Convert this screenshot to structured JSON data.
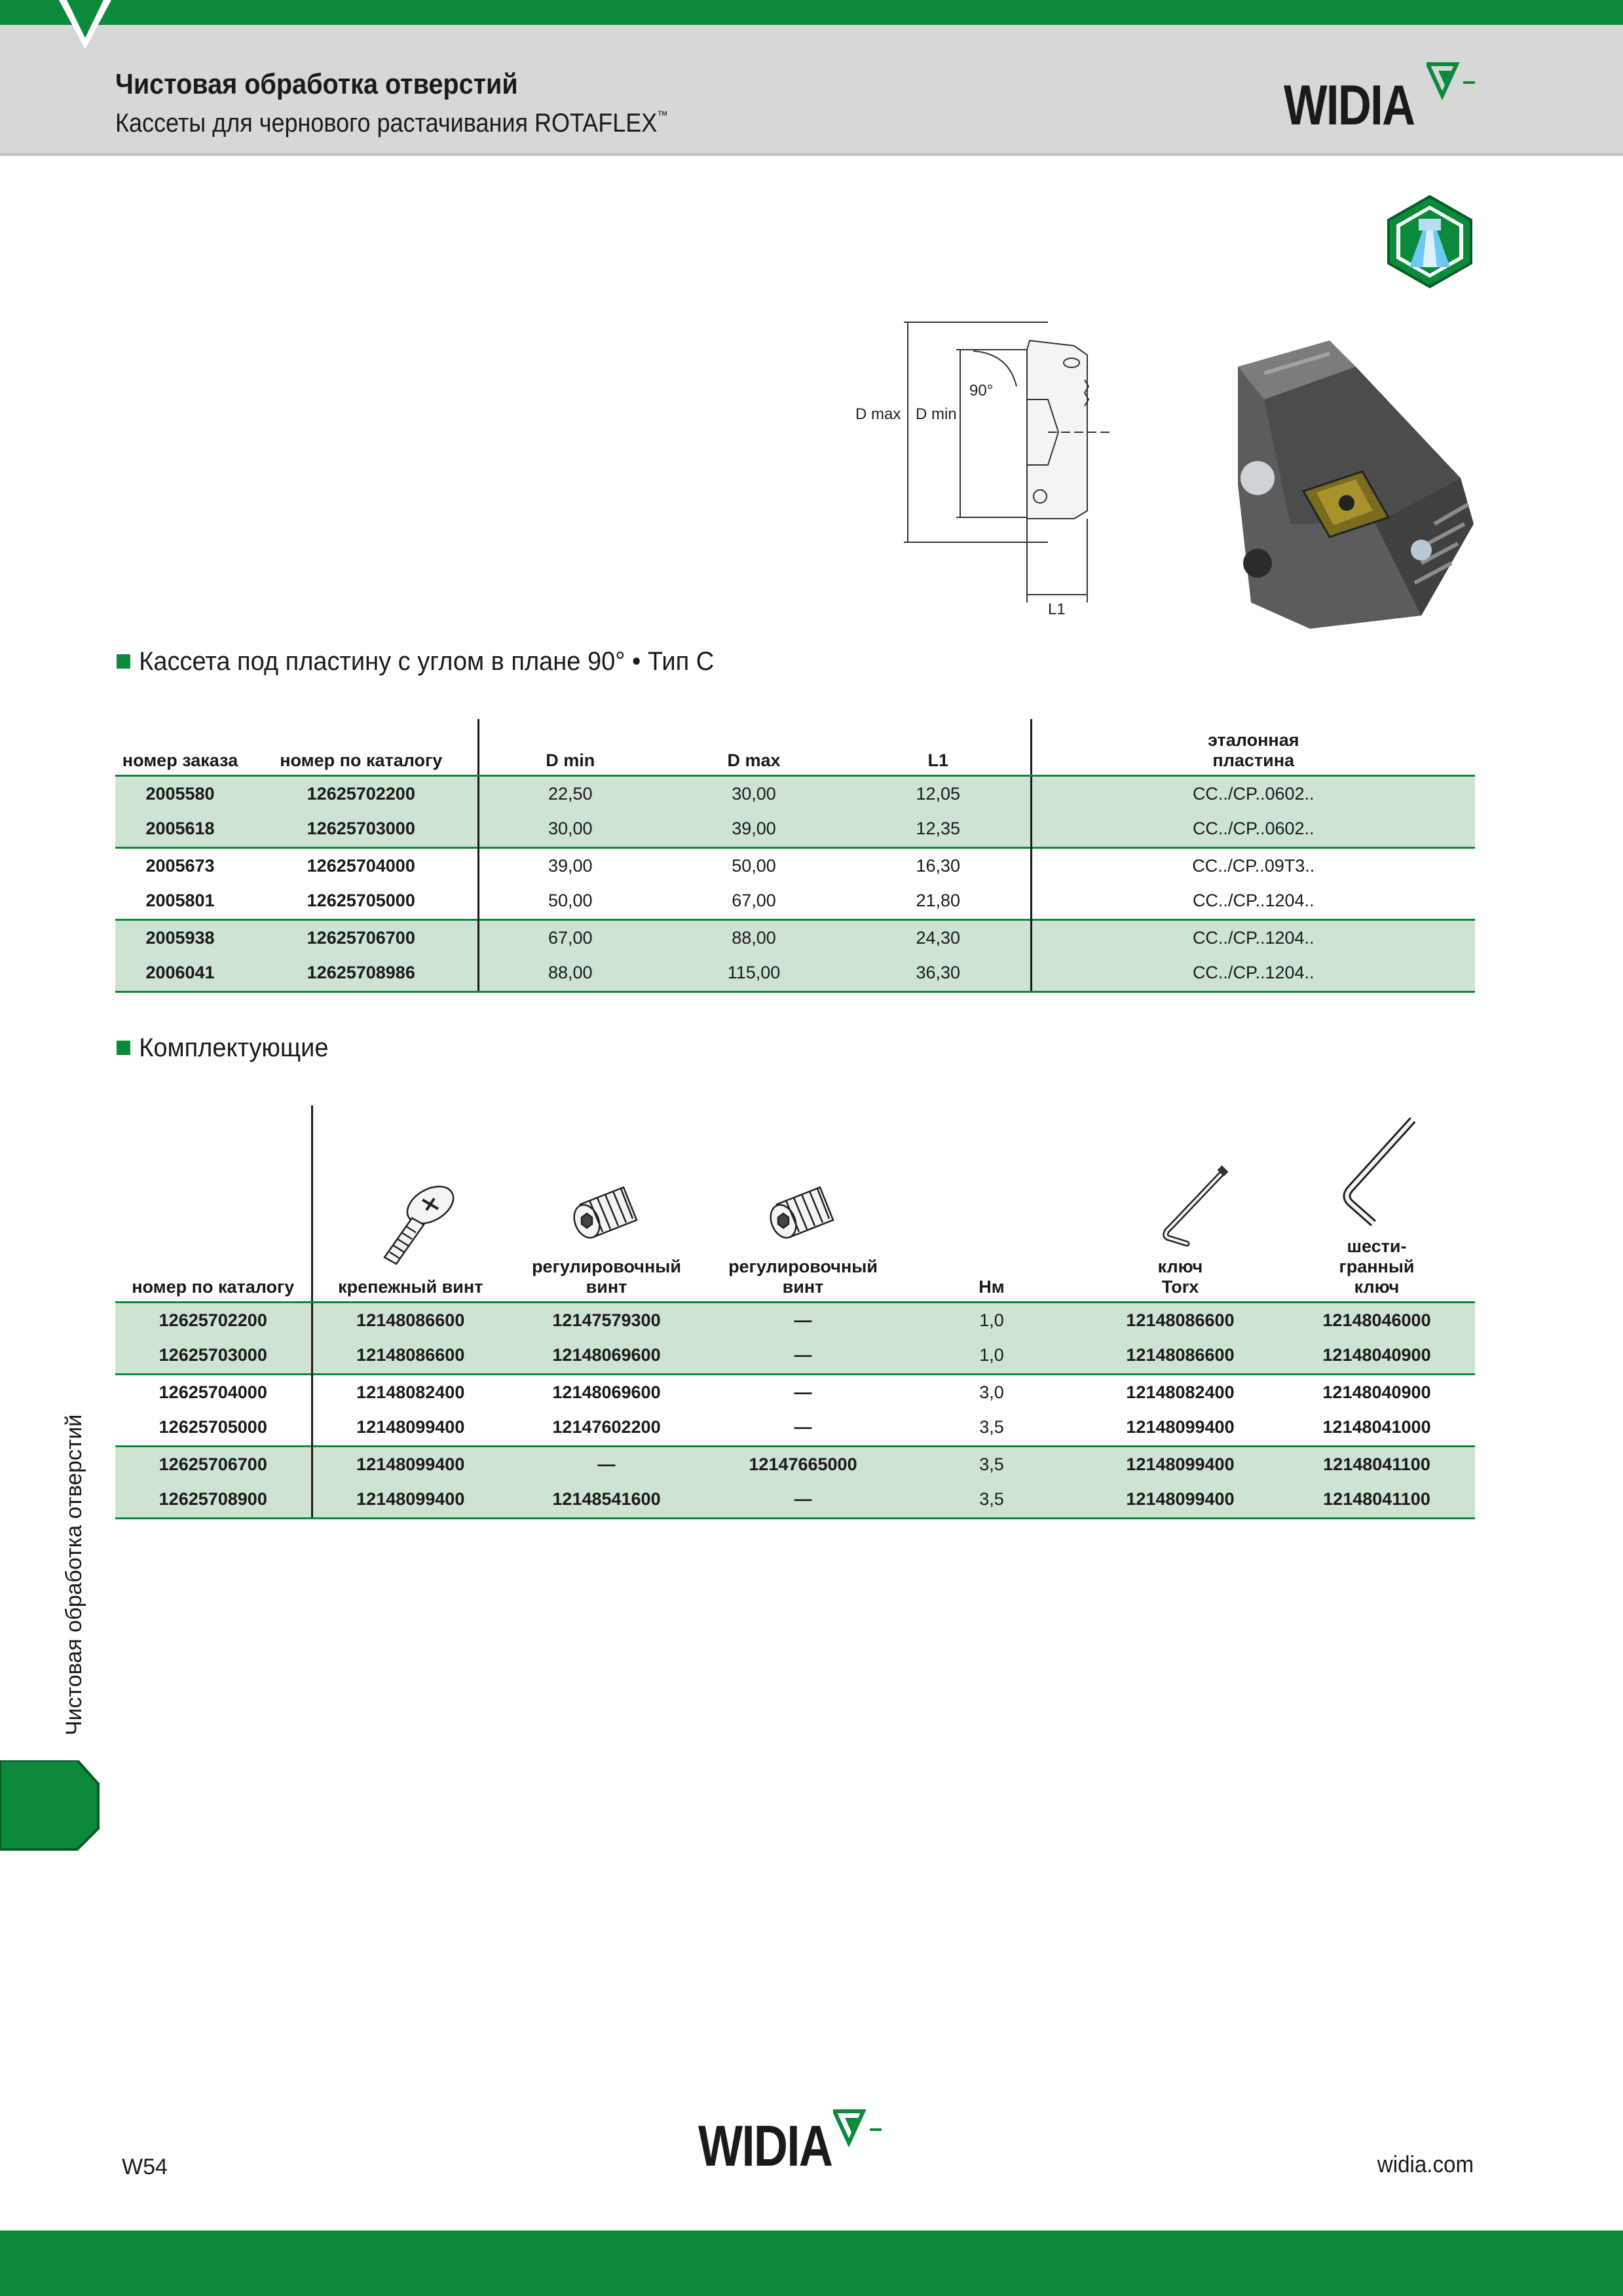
{
  "header": {
    "title": "Чистовая обработка отверстий",
    "subtitle": "Кассеты для чернового растачивания ROTAFLEX",
    "trademark": "™",
    "logo": "WIDIA"
  },
  "drawing": {
    "label_dmax": "D max",
    "label_dmin": "D min",
    "label_angle": "90°",
    "label_l1": "L1"
  },
  "section1": {
    "title": "Кассета под пластину с углом в плане 90° • Тип C",
    "headers": [
      "номер заказа",
      "номер по каталогу",
      "D min",
      "D max",
      "L1",
      "эталонная пластина"
    ],
    "rows": [
      [
        "2005580",
        "12625702200",
        "22,50",
        "30,00",
        "12,05",
        "CC../CP..0602.."
      ],
      [
        "2005618",
        "12625703000",
        "30,00",
        "39,00",
        "12,35",
        "CC../CP..0602.."
      ],
      [
        "2005673",
        "12625704000",
        "39,00",
        "50,00",
        "16,30",
        "CC../CP..09T3.."
      ],
      [
        "2005801",
        "12625705000",
        "50,00",
        "67,00",
        "21,80",
        "CC../CP..1204.."
      ],
      [
        "2005938",
        "12625706700",
        "67,00",
        "88,00",
        "24,30",
        "CC../CP..1204.."
      ],
      [
        "2006041",
        "12625708986",
        "88,00",
        "115,00",
        "36,30",
        "CC../CP..1204.."
      ]
    ]
  },
  "section2": {
    "title": "Комплектующие",
    "headers": [
      "номер по каталогу",
      "крепежный винт",
      "регулировочный винт",
      "регулировочный винт",
      "Нм",
      "ключ Torx",
      "шести-гранный ключ"
    ],
    "rows": [
      [
        "12625702200",
        "12148086600",
        "12147579300",
        "—",
        "1,0",
        "12148086600",
        "12148046000"
      ],
      [
        "12625703000",
        "12148086600",
        "12148069600",
        "—",
        "1,0",
        "12148086600",
        "12148040900"
      ],
      [
        "12625704000",
        "12148082400",
        "12148069600",
        "—",
        "3,0",
        "12148082400",
        "12148040900"
      ],
      [
        "12625705000",
        "12148099400",
        "12147602200",
        "—",
        "3,5",
        "12148099400",
        "12148041000"
      ],
      [
        "12625706700",
        "12148099400",
        "—",
        "12147665000",
        "3,5",
        "12148099400",
        "12148041100"
      ],
      [
        "12625708900",
        "12148099400",
        "12148541600",
        "—",
        "3,5",
        "12148099400",
        "12148041100"
      ]
    ]
  },
  "sidebar": {
    "label": "Чистовая обработка отверстий"
  },
  "footer": {
    "page": "W54",
    "logo": "WIDIA",
    "url": "widia.com"
  },
  "colors": {
    "brand_green": "#0a8a3a",
    "row_highlight": "#cfe3d3",
    "header_gray": "#d6d8d8"
  }
}
